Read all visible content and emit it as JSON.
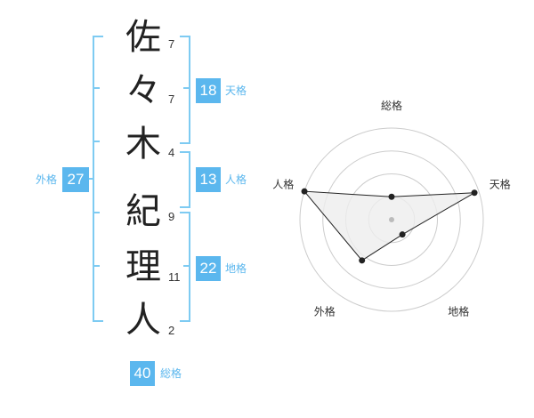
{
  "name": {
    "chars": [
      "佐",
      "々",
      "木",
      "紀",
      "理",
      "人"
    ],
    "strokes": [
      "7",
      "7",
      "4",
      "9",
      "11",
      "2"
    ]
  },
  "scores": {
    "tenkaku": {
      "value": "18",
      "label": "天格"
    },
    "jinkaku": {
      "value": "13",
      "label": "人格"
    },
    "chikaku": {
      "value": "22",
      "label": "地格"
    },
    "gaikaku": {
      "value": "27",
      "label": "外格"
    },
    "soukaku": {
      "value": "40",
      "label": "総格"
    }
  },
  "chart_data": {
    "type": "radar",
    "axes": [
      "総格",
      "天格",
      "地格",
      "外格",
      "人格"
    ],
    "values": [
      0.25,
      0.95,
      0.2,
      0.55,
      1.0
    ],
    "rings": 4,
    "colors": {
      "fill": "#eeeeee",
      "stroke": "#222222",
      "grid": "#cccccc",
      "accent": "#5bb7ee",
      "bracket": "#7ecbf2"
    }
  }
}
